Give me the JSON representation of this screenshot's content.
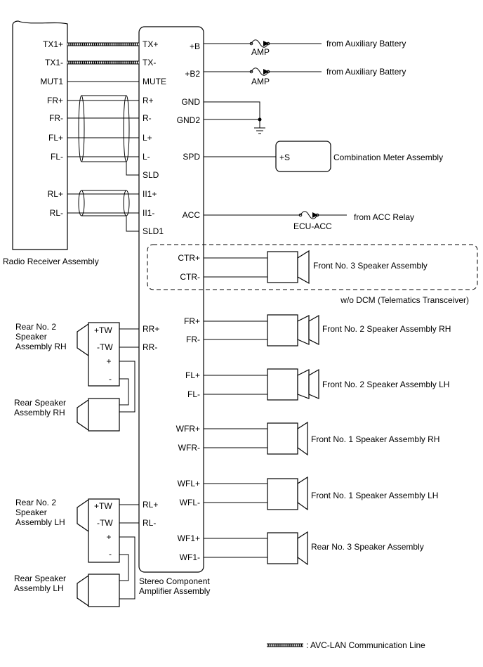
{
  "radio": {
    "name": "Radio Receiver Assembly",
    "pins": [
      "TX1+",
      "TX1-",
      "MUT1",
      "FR+",
      "FR-",
      "FL+",
      "FL-",
      "RL+",
      "RL-"
    ]
  },
  "amp": {
    "name_line1": "Stereo Component",
    "name_line2": "Amplifier Assembly",
    "left_pins": [
      "TX+",
      "TX-",
      "MUTE",
      "R+",
      "R-",
      "L+",
      "L-",
      "SLD",
      "II1+",
      "II1-",
      "SLD1",
      "RR+",
      "RR-",
      "RL+",
      "RL-"
    ],
    "right_pins": [
      "+B",
      "+B2",
      "GND",
      "GND2",
      "SPD",
      "ACC",
      "CTR+",
      "CTR-",
      "FR+",
      "FR-",
      "FL+",
      "FL-",
      "WFR+",
      "WFR-",
      "WFL+",
      "WFL-",
      "WF1+",
      "WF1-"
    ]
  },
  "power": [
    {
      "fuse": "AMP",
      "source": "from Auxiliary Battery"
    },
    {
      "fuse": "AMP",
      "source": "from Auxiliary Battery"
    },
    {
      "fuse": "ECU-ACC",
      "source": "from ACC Relay"
    }
  ],
  "meter": {
    "pin": "+S",
    "name": "Combination Meter Assembly"
  },
  "option_note": "w/o DCM (Telematics Transceiver)",
  "right_speakers": [
    "Front No. 3 Speaker Assembly",
    "Front No. 2 Speaker Assembly RH",
    "Front No. 2 Speaker Assembly LH",
    "Front No. 1 Speaker Assembly RH",
    "Front No. 1 Speaker Assembly LH",
    "Rear No. 3 Speaker Assembly"
  ],
  "rear_rh": {
    "tw_name": [
      "Rear No. 2",
      "Speaker",
      "Assembly RH"
    ],
    "tw_pins": [
      "+TW",
      "-TW",
      "+",
      "-"
    ],
    "spk_name": [
      "Rear Speaker",
      "Assembly RH"
    ]
  },
  "rear_lh": {
    "tw_name": [
      "Rear No. 2",
      "Speaker",
      "Assembly LH"
    ],
    "tw_pins": [
      "+TW",
      "-TW",
      "+",
      "-"
    ],
    "spk_name": [
      "Rear Speaker",
      "Assembly LH"
    ]
  },
  "legend": {
    "label": ": AVC-LAN Communication Line"
  }
}
